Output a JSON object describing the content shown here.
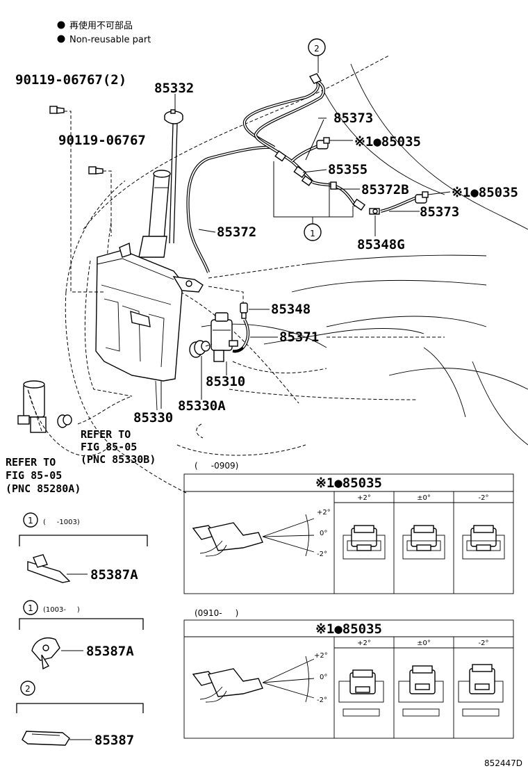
{
  "legend": {
    "line1": "再使用不可部品",
    "line2": "Non-reusable part"
  },
  "parts": {
    "p90119_2": "90119-06767(2)",
    "p90119": "90119-06767",
    "p85332": "85332",
    "p85373a": "85373",
    "p85035a": "※1●85035",
    "p85355": "85355",
    "p85372b": "85372B",
    "p85035b": "※1●85035",
    "p85373b": "85373",
    "p85348g": "85348G",
    "p85372": "85372",
    "p85348": "85348",
    "p85371": "85371",
    "p85310": "85310",
    "p85330a": "85330A",
    "p85330": "85330"
  },
  "callouts": {
    "c2_top": "2",
    "c1_top": "1"
  },
  "refs": {
    "ref_a": [
      "REFER TO",
      "FIG 85-05",
      "(PNC 85330B)"
    ],
    "ref_b": [
      "REFER TO",
      "FIG 85-05",
      "(PNC 85280A)"
    ]
  },
  "variants": [
    {
      "callout": "1",
      "range": "(     -1003)",
      "part": "85387A"
    },
    {
      "callout": "1",
      "range": "(1003-     )",
      "part": "85387A"
    },
    {
      "callout": "2",
      "range": "",
      "part": "85387"
    }
  ],
  "tables": [
    {
      "range": "(     -0909)",
      "header": "※1●85035",
      "cols": [
        "+2°",
        "±0°",
        "-2°"
      ],
      "angles": [
        "+2°",
        "0°",
        "-2°"
      ]
    },
    {
      "range": "(0910-     )",
      "header": "※1●85035",
      "cols": [
        "+2°",
        "±0°",
        "-2°"
      ],
      "angles": [
        "+2°",
        "0°",
        "-2°"
      ]
    }
  ],
  "illustration_id": "852447D"
}
